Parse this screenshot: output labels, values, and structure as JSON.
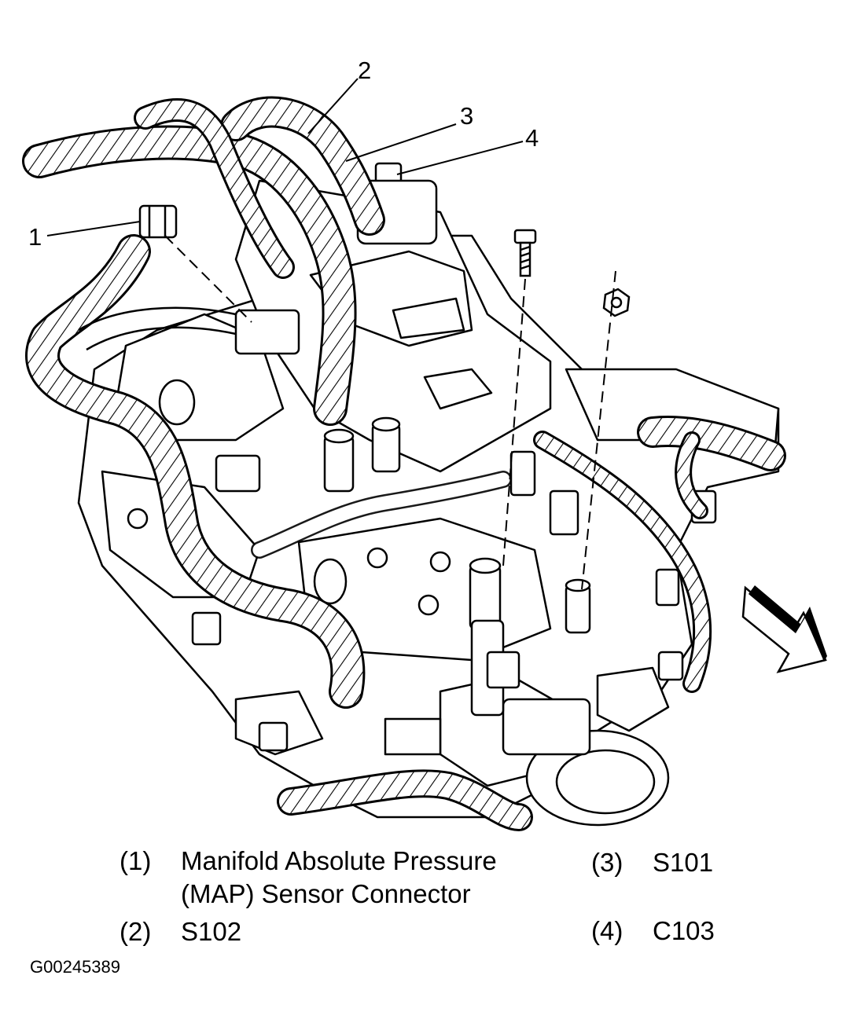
{
  "callouts": [
    {
      "num": "1"
    },
    {
      "num": "2"
    },
    {
      "num": "3"
    },
    {
      "num": "4"
    }
  ],
  "legend": [
    {
      "num": "(1)",
      "text_line1": "Manifold Absolute Pressure",
      "text_line2": "(MAP) Sensor Connector"
    },
    {
      "num": "(2)",
      "text_line1": "S102"
    },
    {
      "num": "(3)",
      "text_line1": "S101"
    },
    {
      "num": "(4)",
      "text_line1": "C103"
    }
  ],
  "figure_id": "G00245389",
  "colors": {
    "ink": "#000000",
    "paper": "#ffffff"
  },
  "icons": {
    "direction_arrow": "front-direction-arrow-icon"
  }
}
